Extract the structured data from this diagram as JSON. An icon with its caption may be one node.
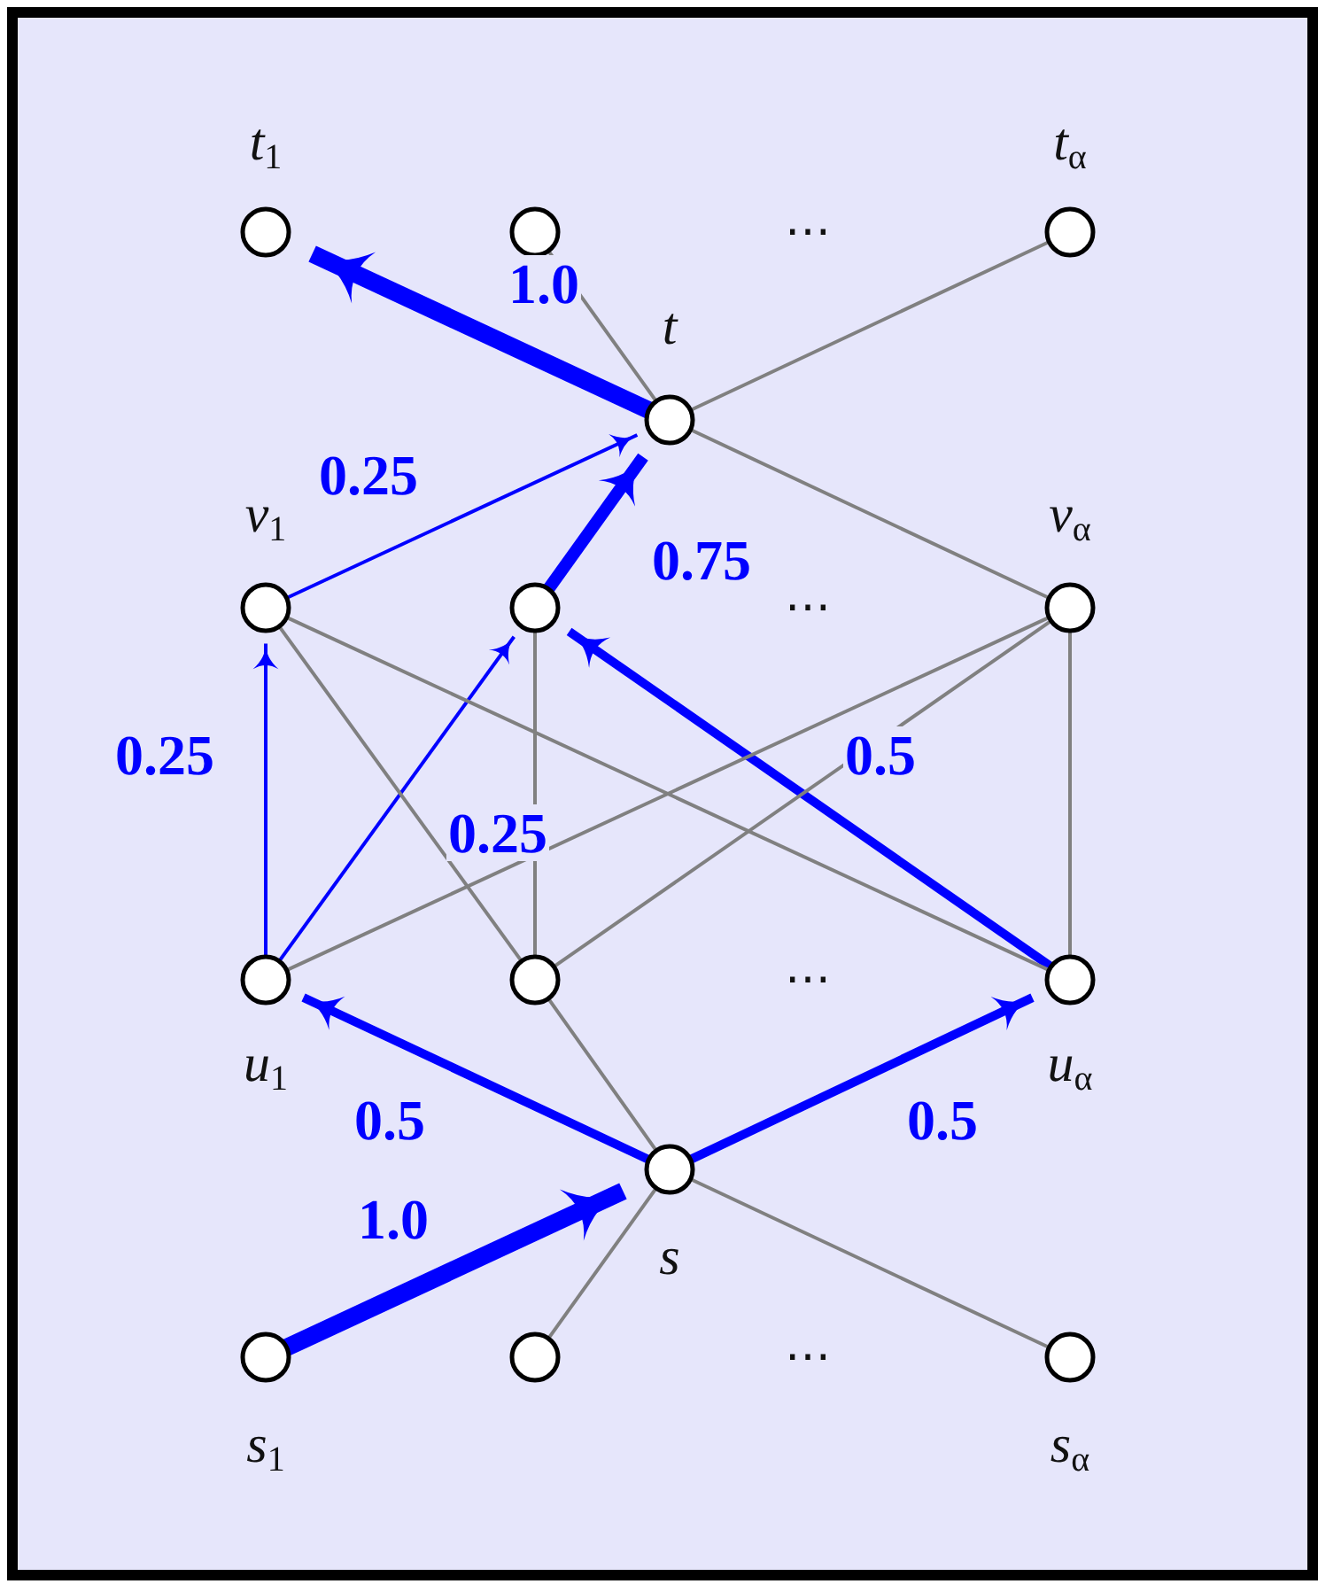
{
  "diagram": {
    "nodes": [
      {
        "text": [],
        "shape": "circle",
        "beside": [
          "t$_{1}$"
        ]
      },
      {
        "text": [],
        "shape": "circle"
      },
      {
        "text": [],
        "shape": "circle",
        "beside": [
          "t$_{α}$"
        ]
      },
      {
        "text": [],
        "shape": "circle",
        "beside": [
          "t"
        ]
      },
      {
        "text": [],
        "shape": "circle",
        "beside": [
          "v$_{1}$"
        ]
      },
      {
        "text": [],
        "shape": "circle"
      },
      {
        "text": [],
        "shape": "circle",
        "beside": [
          "v$_{α}$"
        ]
      },
      {
        "text": [],
        "shape": "circle",
        "beside": [
          "u$_{1}$"
        ]
      },
      {
        "text": [],
        "shape": "circle"
      },
      {
        "text": [],
        "shape": "circle",
        "beside": [
          "u$_{α}$"
        ]
      },
      {
        "text": [],
        "shape": "circle",
        "beside": [
          "s"
        ]
      },
      {
        "text": [],
        "shape": "circle",
        "beside": [
          "s$_{1}$"
        ]
      },
      {
        "text": [],
        "shape": "circle"
      },
      {
        "text": [],
        "shape": "circle",
        "beside": [
          "s$_{α}$"
        ]
      }
    ],
    "edges": [
      {
        "from": 3,
        "to": 0,
        "arrow": "to",
        "label": "1.0",
        "style": "thick",
        "color": "#0000ff"
      },
      {
        "from": 1,
        "to": 3,
        "arrow": "none"
      },
      {
        "from": 2,
        "to": 3,
        "arrow": "none"
      },
      {
        "from": 4,
        "to": 3,
        "arrow": "to",
        "label": "0.25",
        "color": "#0000ff"
      },
      {
        "from": 5,
        "to": 3,
        "arrow": "to",
        "label": "0.75",
        "style": "thick",
        "color": "#0000ff"
      },
      {
        "from": 3,
        "to": 6,
        "arrow": "none"
      },
      {
        "from": 7,
        "to": 4,
        "arrow": "to",
        "label": "0.25",
        "color": "#0000ff"
      },
      {
        "from": 7,
        "to": 5,
        "arrow": "to",
        "label": "0.25",
        "color": "#0000ff"
      },
      {
        "from": 9,
        "to": 5,
        "arrow": "to",
        "label": "0.5",
        "style": "thick",
        "color": "#0000ff"
      },
      {
        "from": 4,
        "to": 8,
        "arrow": "none"
      },
      {
        "from": 4,
        "to": 9,
        "arrow": "none"
      },
      {
        "from": 5,
        "to": 8,
        "arrow": "none"
      },
      {
        "from": 6,
        "to": 7,
        "arrow": "none"
      },
      {
        "from": 6,
        "to": 8,
        "arrow": "none"
      },
      {
        "from": 6,
        "to": 9,
        "arrow": "none"
      },
      {
        "from": 10,
        "to": 7,
        "arrow": "to",
        "label": "0.5",
        "style": "thick",
        "color": "#0000ff"
      },
      {
        "from": 10,
        "to": 9,
        "arrow": "to",
        "label": "0.5",
        "style": "thick",
        "color": "#0000ff"
      },
      {
        "from": 8,
        "to": 10,
        "arrow": "none"
      },
      {
        "from": 11,
        "to": 10,
        "arrow": "to",
        "label": "1.0",
        "style": "thick",
        "color": "#0000ff"
      },
      {
        "from": 10,
        "to": 12,
        "arrow": "none"
      },
      {
        "from": 10,
        "to": 13,
        "arrow": "none"
      }
    ],
    "labels": [
      "⋯",
      "⋯",
      "⋯",
      "⋯"
    ]
  }
}
